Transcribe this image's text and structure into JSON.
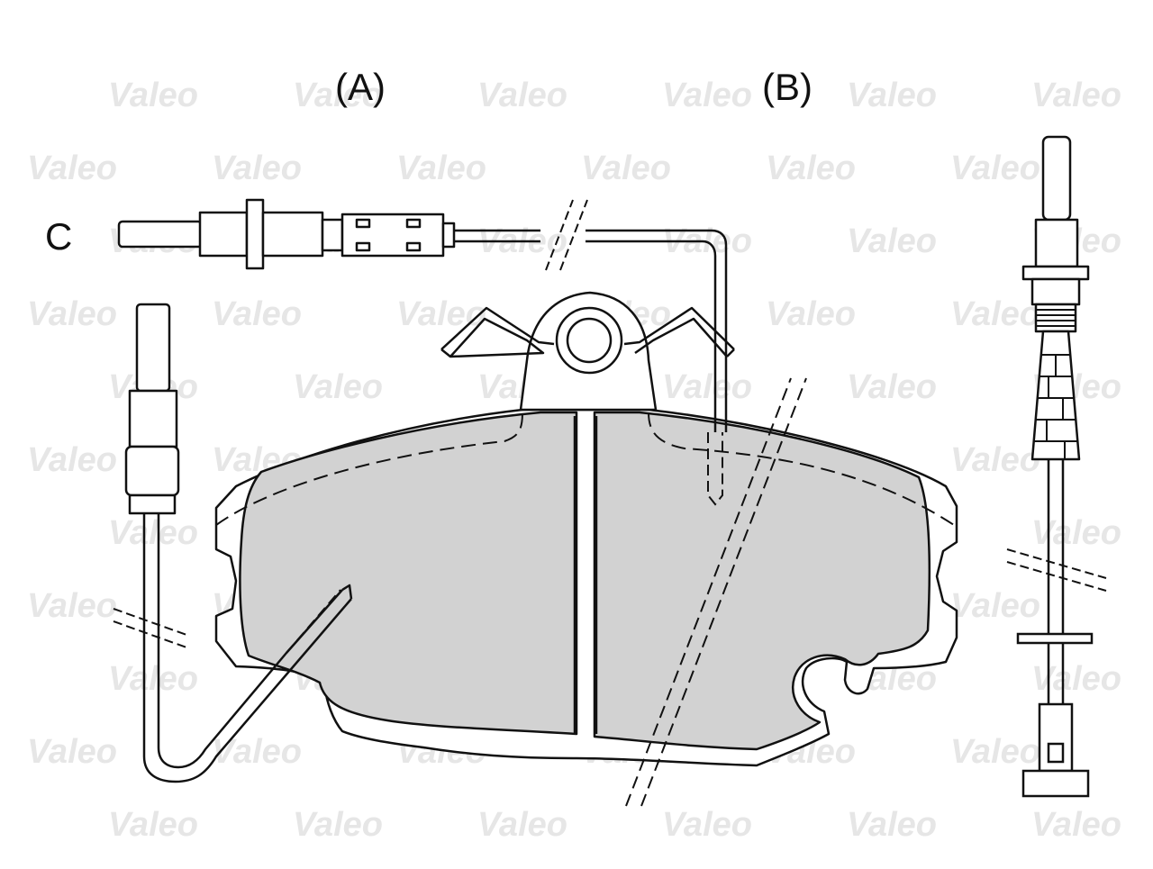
{
  "labels": {
    "a": "(A)",
    "b": "(B)",
    "c": "C"
  },
  "watermark": {
    "text": "Valeo",
    "color": "#e6e6e6"
  },
  "colors": {
    "line": "#111111",
    "friction": "#d2d2d2",
    "background": "#ffffff"
  }
}
